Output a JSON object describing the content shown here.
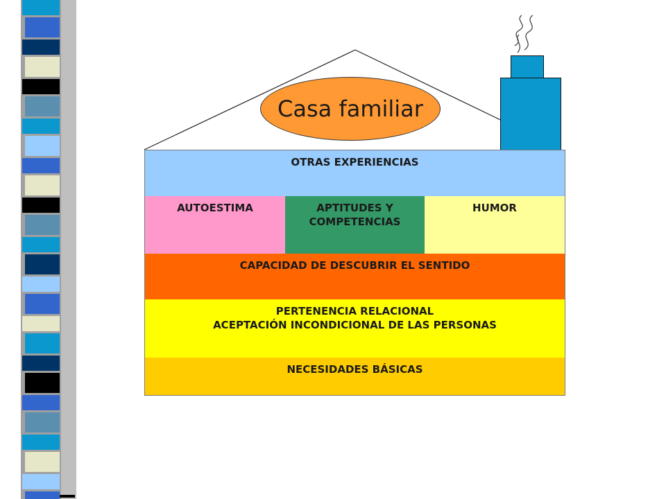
{
  "title": "Casa familiar",
  "layers": {
    "top": "OTRAS EXPERIENCIAS",
    "middle": {
      "left": "AUTOESTIMA",
      "center_line1": "APTITUDES Y",
      "center_line2": "COMPETENCIAS",
      "right": "HUMOR"
    },
    "meaning": "CAPACIDAD DE DESCUBRIR EL SENTIDO",
    "belonging_line1": "PERTENENCIA RELACIONAL",
    "belonging_line2": "ACEPTACIÓN INCONDICIONAL DE LAS PERSONAS",
    "base": "NECESIDADES BÁSICAS"
  },
  "colors": {
    "top": "#99ccff",
    "autoestima": "#ff99cc",
    "aptitudes": "#339966",
    "humor": "#ffff99",
    "meaning": "#ff6600",
    "belonging": "#ffff00",
    "base": "#ffcc00",
    "oval": "#ff9933",
    "chimney": "#0a98cf"
  }
}
